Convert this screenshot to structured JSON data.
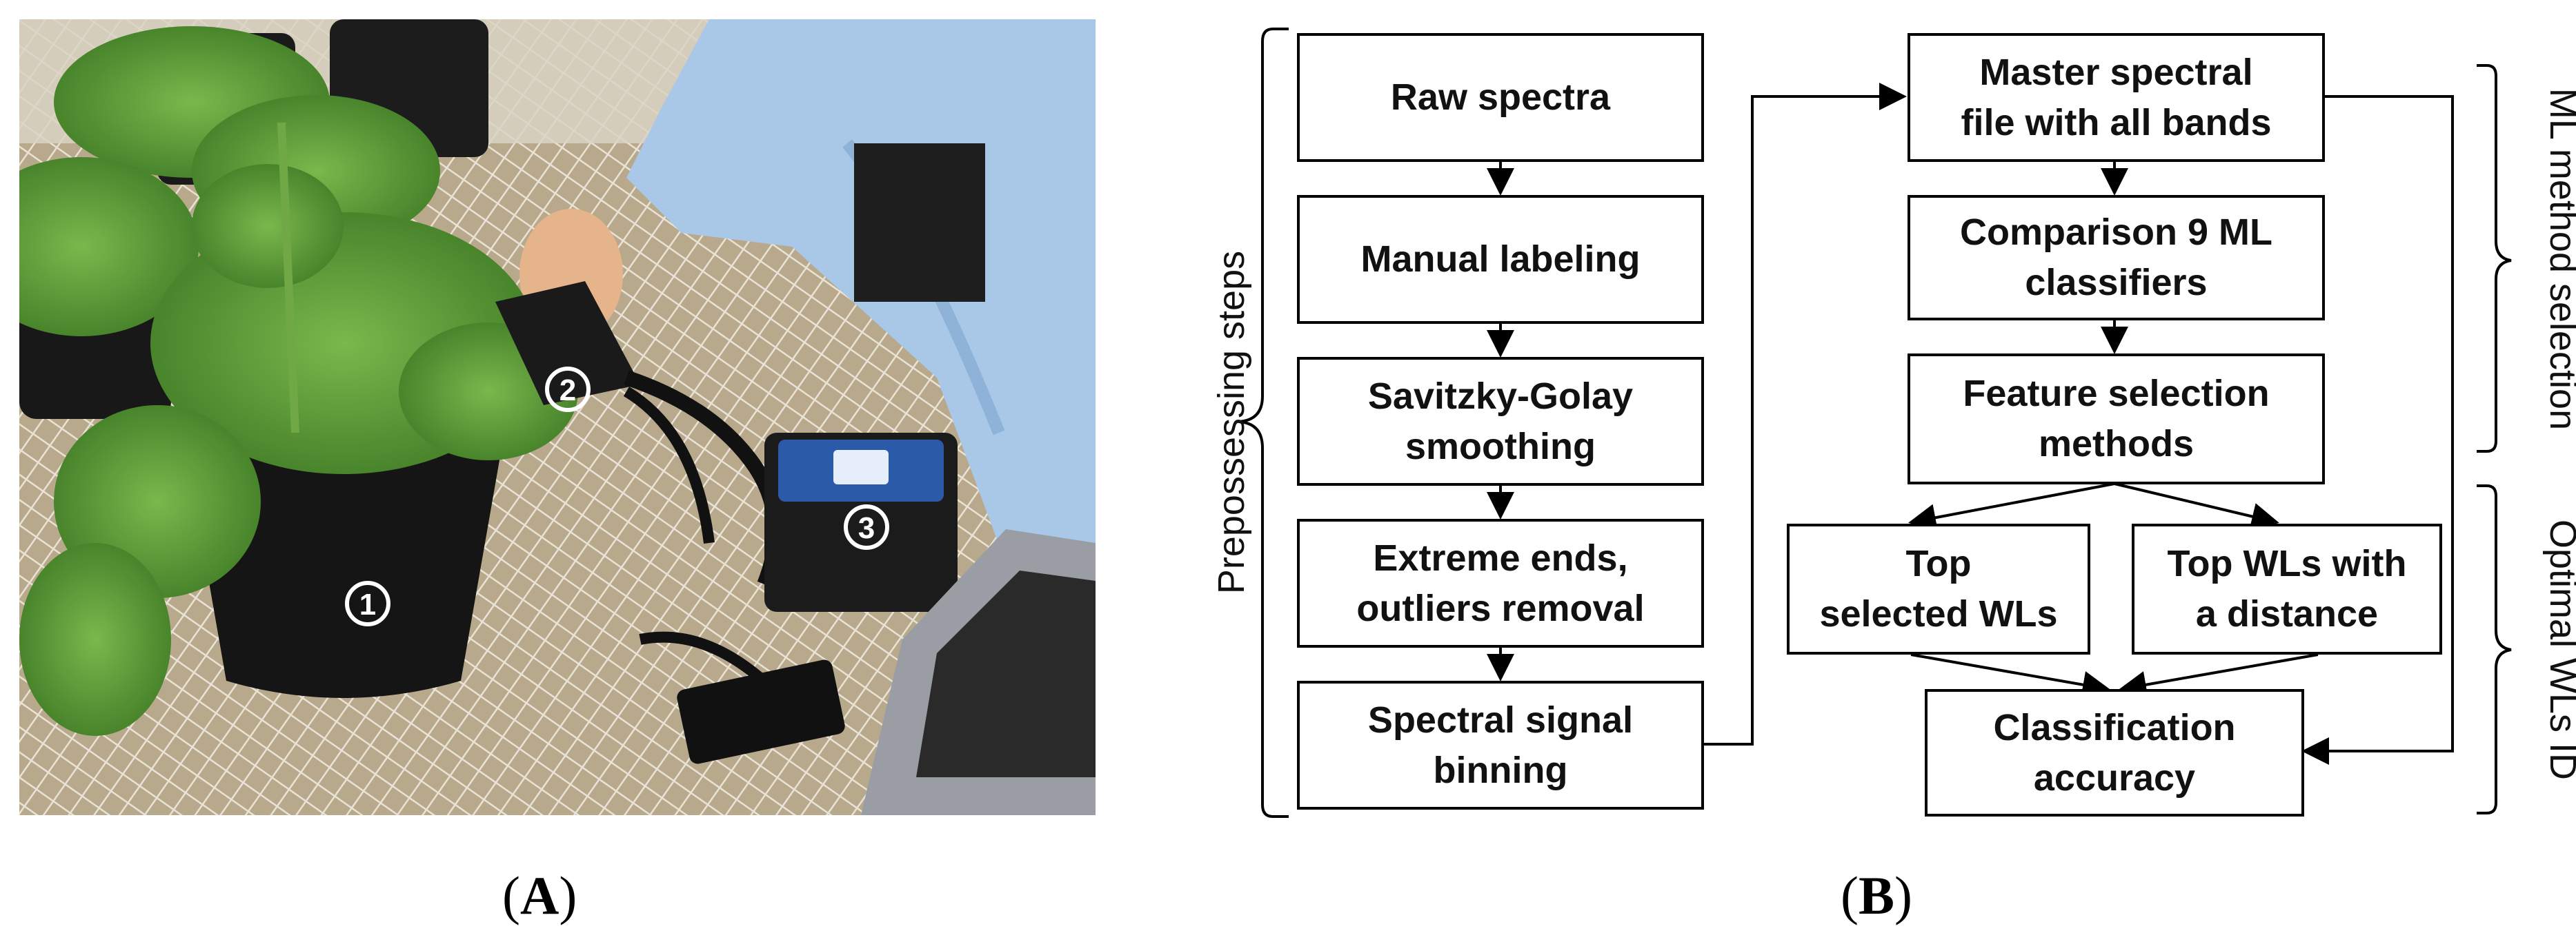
{
  "panel_a": {
    "label_letter": "A",
    "markers": [
      {
        "number": "1",
        "name": "pot"
      },
      {
        "number": "2",
        "name": "probe"
      },
      {
        "number": "3",
        "name": "spectroradiometer"
      }
    ]
  },
  "panel_b": {
    "label_letter": "B",
    "left_column": [
      {
        "line1": "Raw spectra",
        "line2": ""
      },
      {
        "line1": "Manual labeling",
        "line2": ""
      },
      {
        "line1": "Savitzky-Golay",
        "line2": "smoothing"
      },
      {
        "line1": "Extreme ends,",
        "line2": "outliers removal"
      },
      {
        "line1": "Spectral signal",
        "line2": "binning"
      }
    ],
    "right_column": {
      "master": {
        "line1": "Master spectral",
        "line2": "file with all bands"
      },
      "comparison": {
        "line1": "Comparison 9 ML",
        "line2": "classifiers"
      },
      "feature": {
        "line1": "Feature selection",
        "line2": "methods"
      },
      "top_selected": {
        "line1": "Top",
        "line2": "selected WLs"
      },
      "top_distance": {
        "line1": "Top WLs with",
        "line2": "a distance"
      },
      "accuracy": {
        "line1": "Classification",
        "line2": "accuracy"
      }
    },
    "side_labels": {
      "preprocessing": "Prepossessing steps",
      "ml_method": "ML method selection",
      "optimal": "Optimal WLs ID"
    }
  },
  "colors": {
    "line": "#000000",
    "shirt": "#a9c8e8",
    "pot": "#151515",
    "leaf": "#5f9e3a",
    "laptop": "#9a9ea4",
    "bench": "#c9b898"
  }
}
